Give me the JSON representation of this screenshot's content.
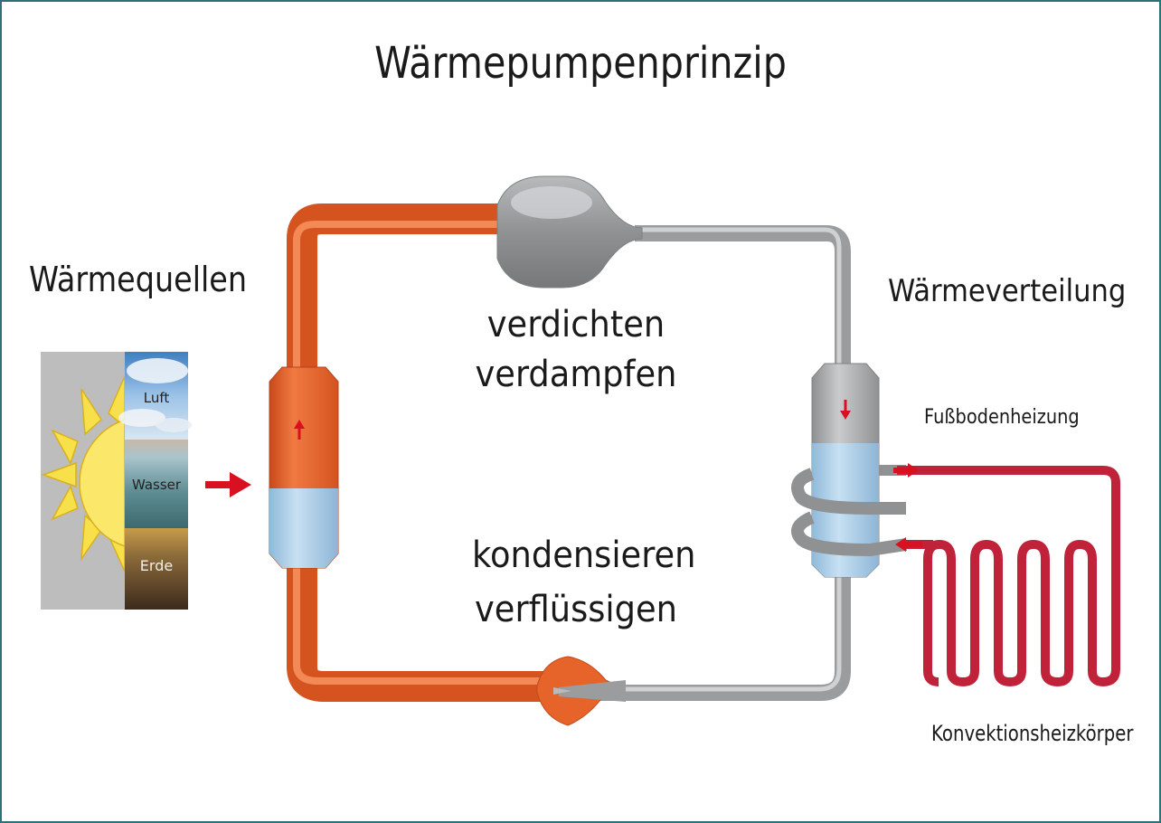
{
  "title": "Wärmepumpenprinzip",
  "sources": {
    "heading": "Wärmequellen",
    "items": [
      "Luft",
      "Wasser",
      "Erde"
    ]
  },
  "cycle": {
    "top_process": [
      "verdichten",
      "verdampfen"
    ],
    "bottom_process": [
      "kondensieren",
      "verflüssigen"
    ]
  },
  "distribution": {
    "heading": "Wärmeverteilung",
    "floor_heating": "Fußbodenheizung",
    "radiator": "Konvektionsheizkörper"
  },
  "colors": {
    "hot_pipe": "#e8632c",
    "cold_pipe": "#a7a9ab",
    "liquid": "#a9cde6",
    "heating_circuit": "#c0223a",
    "arrow": "#d8101f",
    "sun": "#f7e04a",
    "border": "#2e6f7a"
  }
}
